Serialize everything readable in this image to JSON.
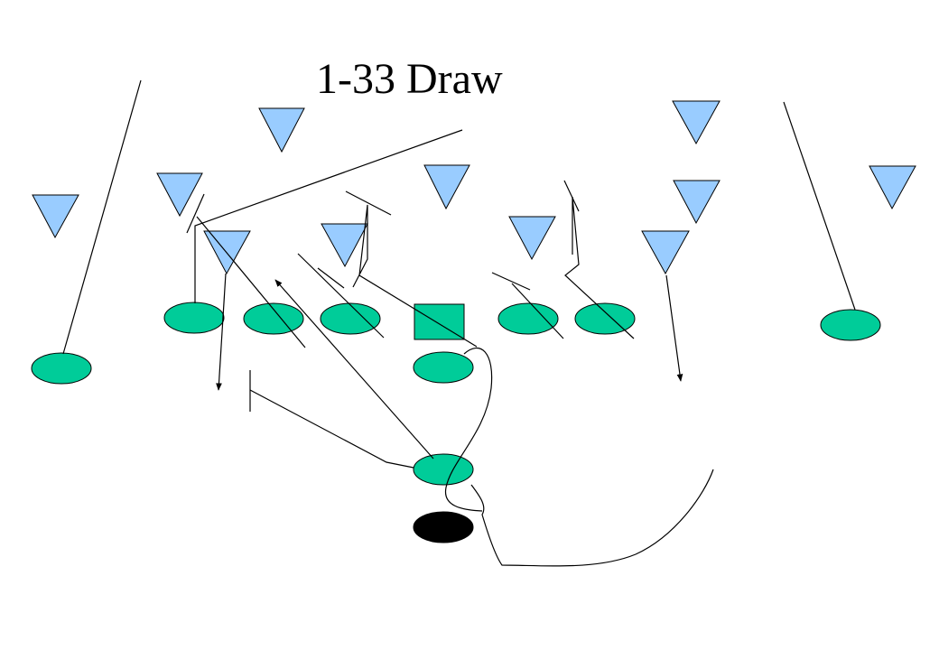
{
  "title": "1-33 Draw",
  "colors": {
    "background": "#ffffff",
    "defender_fill": "#99ccff",
    "offense_fill": "#00cc99",
    "ball_fill": "#000000",
    "line": "#000000"
  },
  "legend_shapes": {
    "defender": "inverted-triangle",
    "offensive_player": "ellipse",
    "center": "square",
    "ball": "black-ellipse"
  }
}
